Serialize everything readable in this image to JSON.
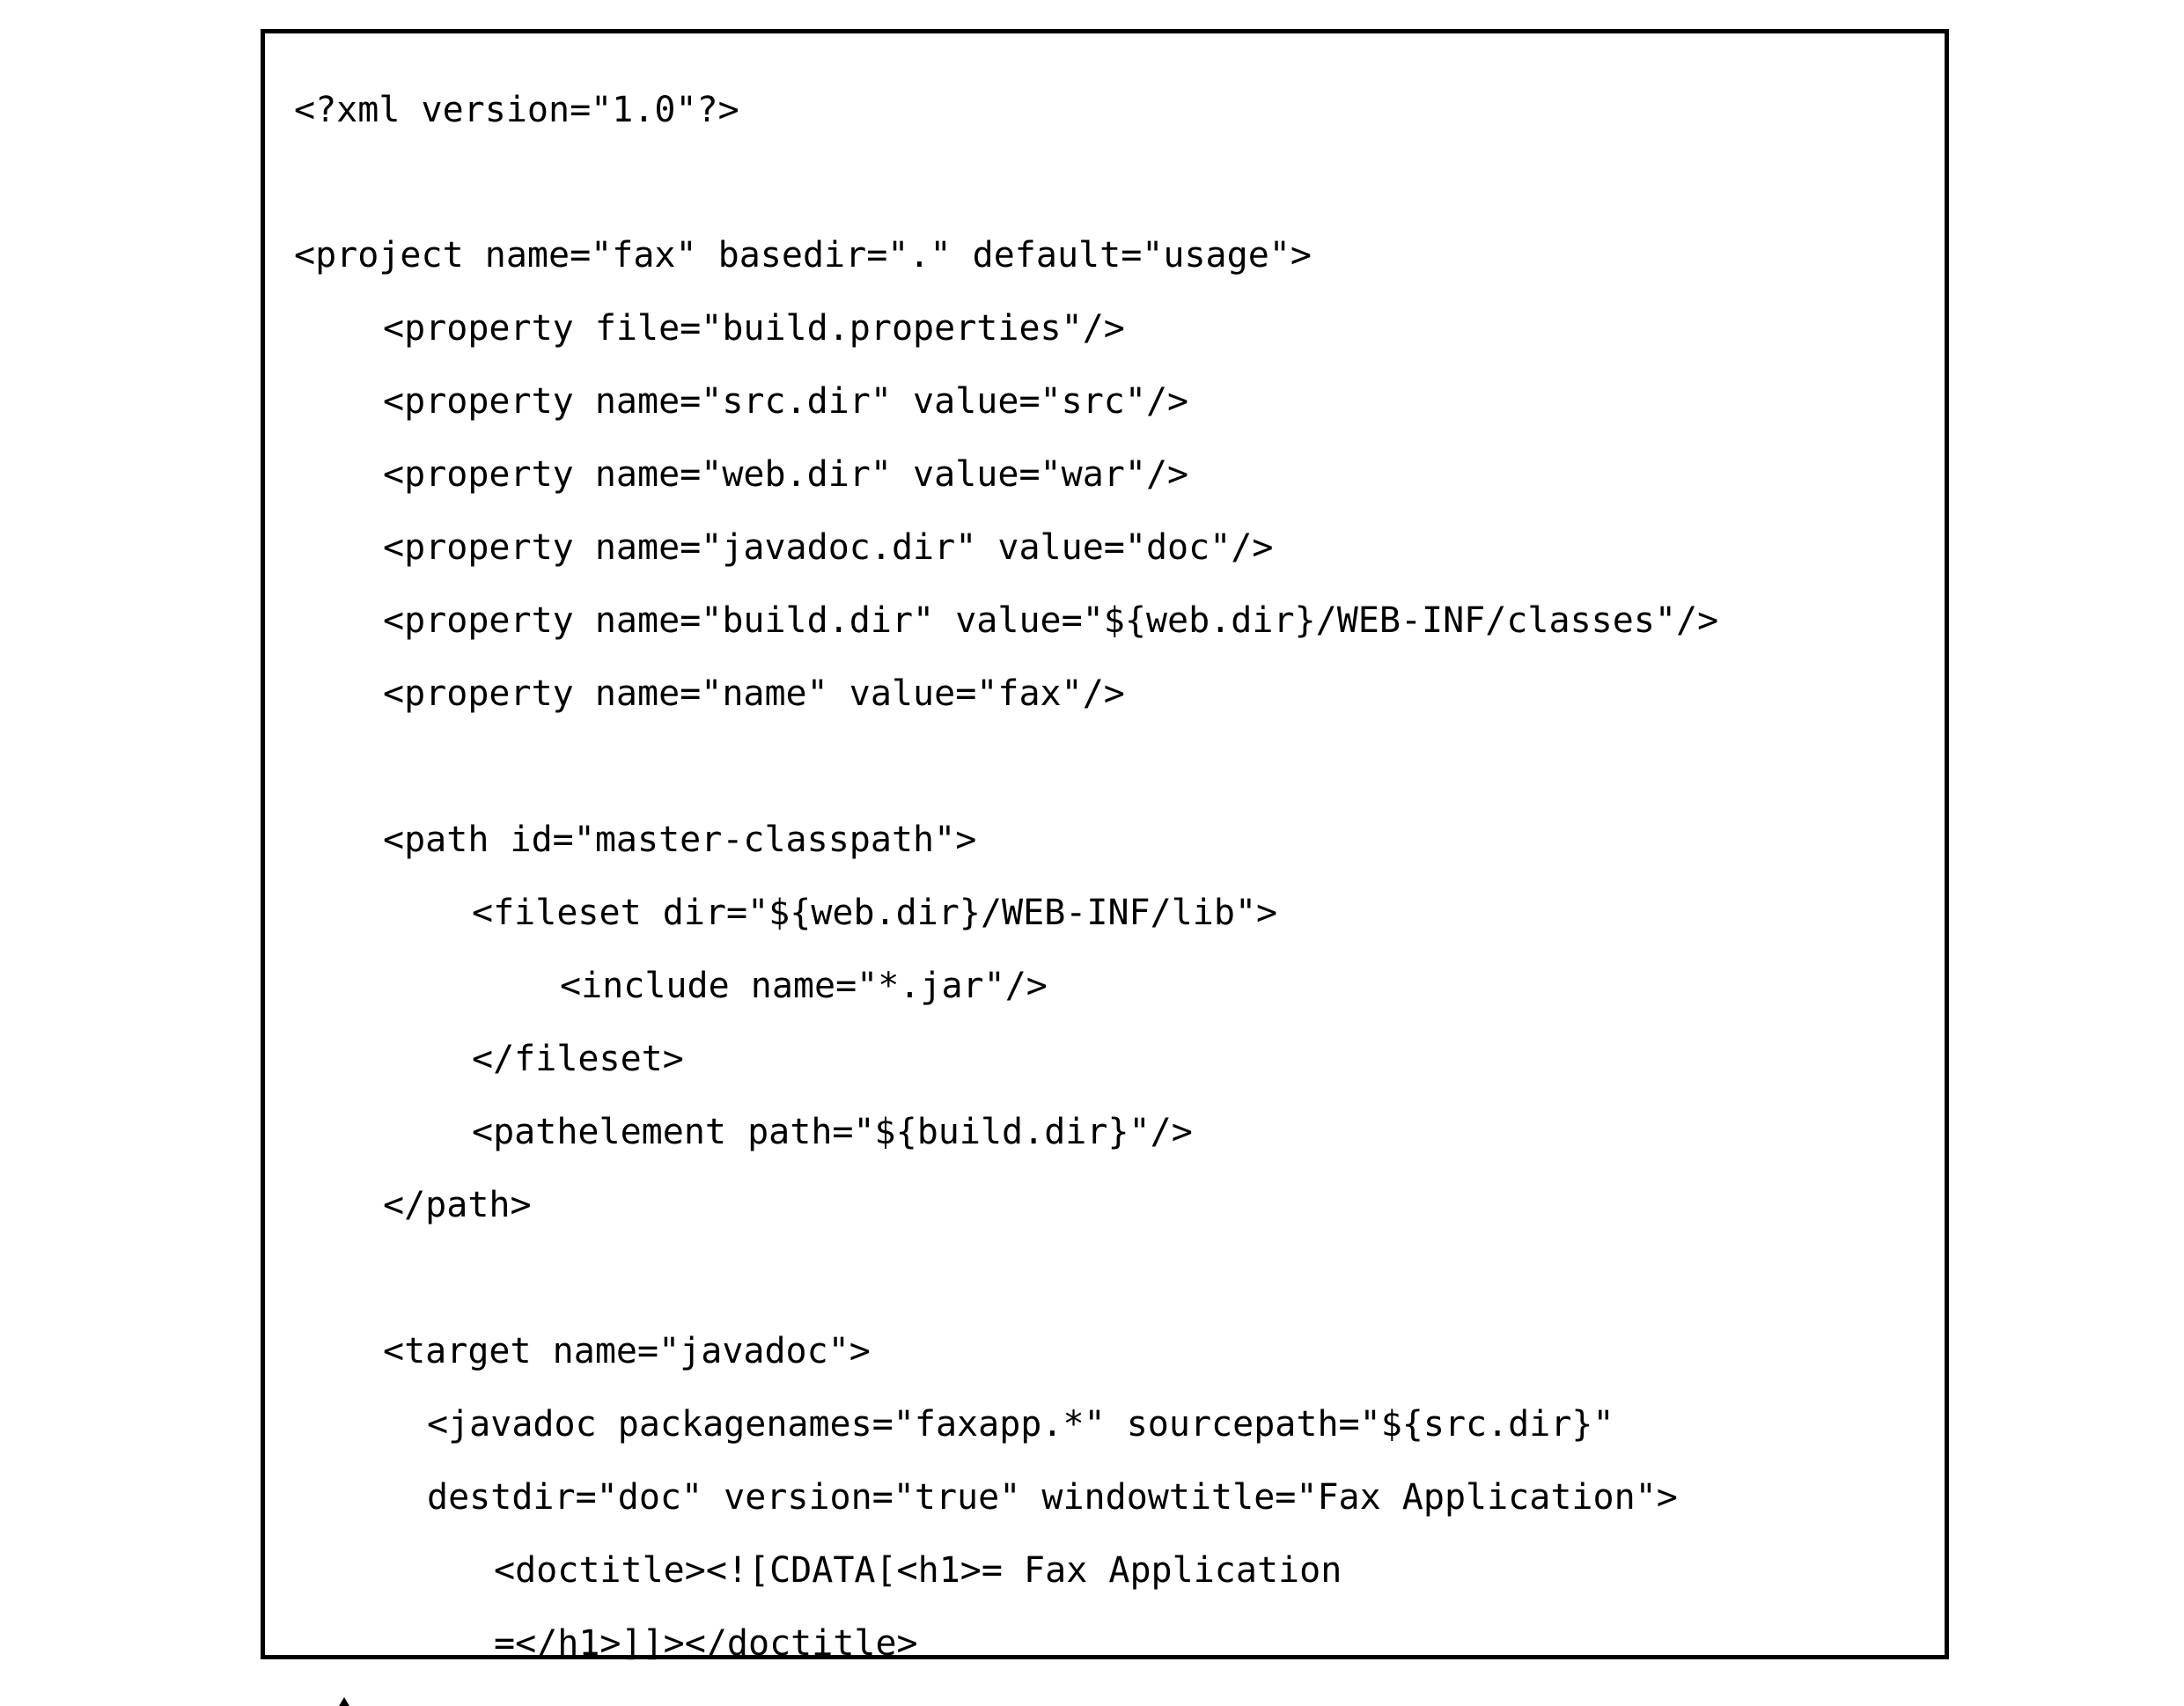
{
  "code": {
    "lines": [
      "<?xml version=\"1.0\"?>",
      "",
      "<project name=\"fax\" basedir=\".\" default=\"usage\">",
      "<property file=\"build.properties\"/>",
      "<property name=\"src.dir\" value=\"src\"/>",
      "<property name=\"web.dir\" value=\"war\"/>",
      "<property name=\"javadoc.dir\" value=\"doc\"/>",
      "<property name=\"build.dir\" value=\"${web.dir}/WEB-INF/classes\"/>",
      "<property name=\"name\" value=\"fax\"/>",
      "",
      "<path id=\"master-classpath\">",
      "<fileset dir=\"${web.dir}/WEB-INF/lib\">",
      "<include name=\"*.jar\"/>",
      "</fileset>",
      "<pathelement path=\"${build.dir}\"/>",
      "</path>",
      "",
      "<target name=\"javadoc\">",
      "<javadoc packagenames=\"faxapp.*\" sourcepath=\"${src.dir}\"",
      "destdir=\"doc\" version=\"true\" windowtitle=\"Fax Application\">",
      "<doctitle><![CDATA[<h1>= Fax Application",
      "=</h1>]]></doctitle>"
    ]
  }
}
